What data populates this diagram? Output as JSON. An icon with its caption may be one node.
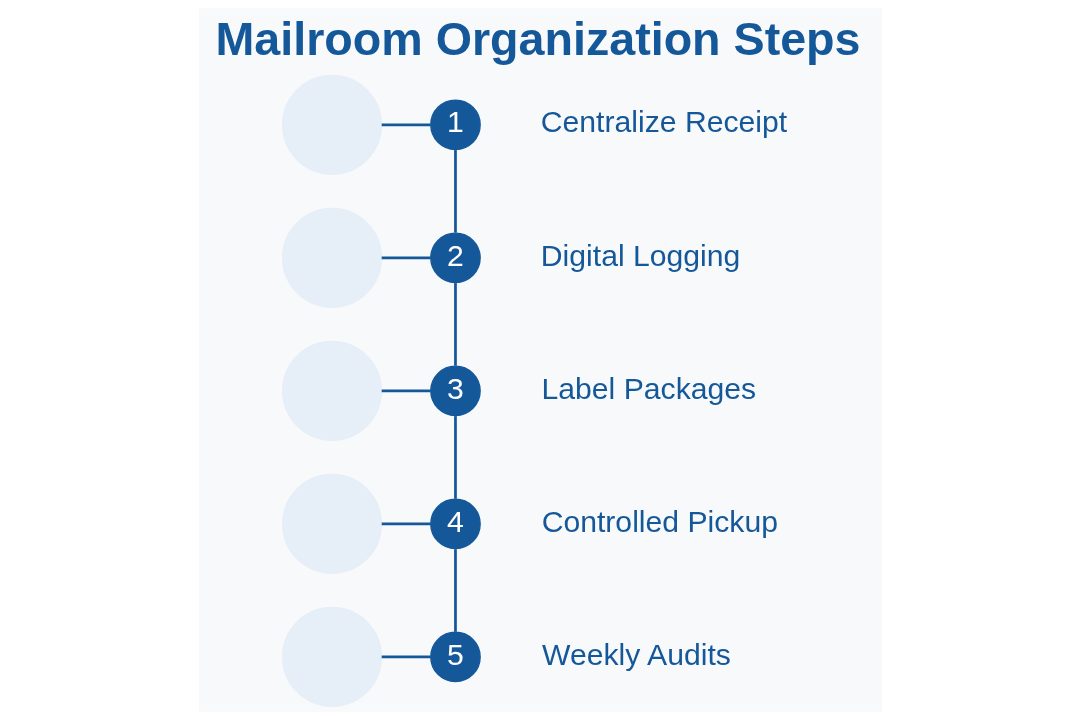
{
  "diagram": {
    "title": "Mailroom Organization Steps",
    "nodes": [
      {
        "text": [],
        "shape": "circle"
      },
      {
        "text": [
          "1"
        ],
        "beside": [
          "Centralize Receipt"
        ]
      },
      {
        "text": [],
        "shape": "circle"
      },
      {
        "text": [
          "2"
        ],
        "beside": [
          "Digital Logging"
        ]
      },
      {
        "text": [],
        "shape": "circle"
      },
      {
        "text": [
          "3"
        ],
        "beside": [
          "Label Packages"
        ]
      },
      {
        "text": [],
        "shape": "circle"
      },
      {
        "text": [
          "4"
        ],
        "beside": [
          "Controlled Pickup"
        ]
      },
      {
        "text": [],
        "shape": "circle"
      },
      {
        "text": [
          "5"
        ],
        "beside": [
          "Weekly Audits"
        ]
      }
    ],
    "edges": [
      {
        "from": 0,
        "to": 1,
        "arrow": "none"
      },
      {
        "from": 2,
        "to": 3,
        "arrow": "none"
      },
      {
        "from": 4,
        "to": 5,
        "arrow": "none"
      },
      {
        "from": 6,
        "to": 7,
        "arrow": "none"
      },
      {
        "from": 8,
        "to": 9,
        "arrow": "none"
      },
      {
        "from": 1,
        "to": 3,
        "arrow": "none"
      },
      {
        "from": 3,
        "to": 5,
        "arrow": "none"
      },
      {
        "from": 5,
        "to": 7,
        "arrow": "none"
      },
      {
        "from": 7,
        "to": 9,
        "arrow": "none"
      }
    ]
  }
}
